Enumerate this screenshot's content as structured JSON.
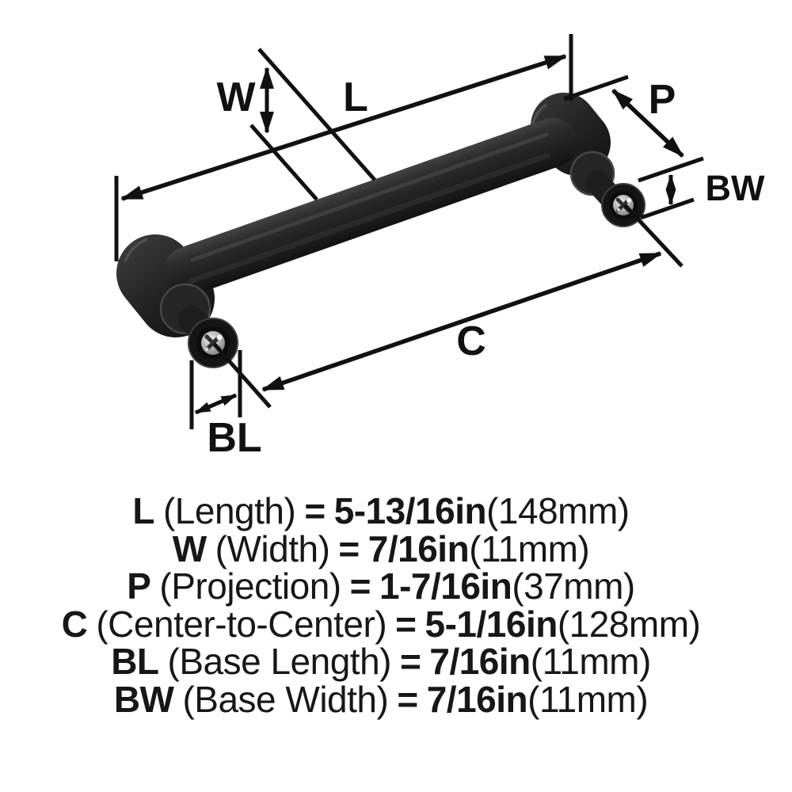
{
  "colors": {
    "background": "#ffffff",
    "ink": "#111111",
    "handle_dark": "#161616",
    "handle_mid": "#2b2b2b",
    "handle_highlight": "#4f4f4f"
  },
  "diagram": {
    "labels": {
      "w": "W",
      "l": "L",
      "p": "P",
      "bw": "BW",
      "c": "C",
      "bl": "BL"
    }
  },
  "specs": {
    "rows": [
      {
        "code": "L",
        "name": "(Length)",
        "eq": "=",
        "value": "5-13/16in",
        "metric": "(148mm)"
      },
      {
        "code": "W",
        "name": "(Width)",
        "eq": "=",
        "value": "7/16in",
        "metric": "(11mm)"
      },
      {
        "code": "P",
        "name": "(Projection)",
        "eq": "=",
        "value": "1-7/16in",
        "metric": "(37mm)"
      },
      {
        "code": "C",
        "name": "(Center-to-Center)",
        "eq": "=",
        "value": "5-1/16in",
        "metric": "(128mm)"
      },
      {
        "code": "BL",
        "name": "(Base Length)",
        "eq": "=",
        "value": "7/16in",
        "metric": "(11mm)"
      },
      {
        "code": "BW",
        "name": "(Base Width)",
        "eq": "=",
        "value": "7/16in",
        "metric": "(11mm)"
      }
    ]
  }
}
